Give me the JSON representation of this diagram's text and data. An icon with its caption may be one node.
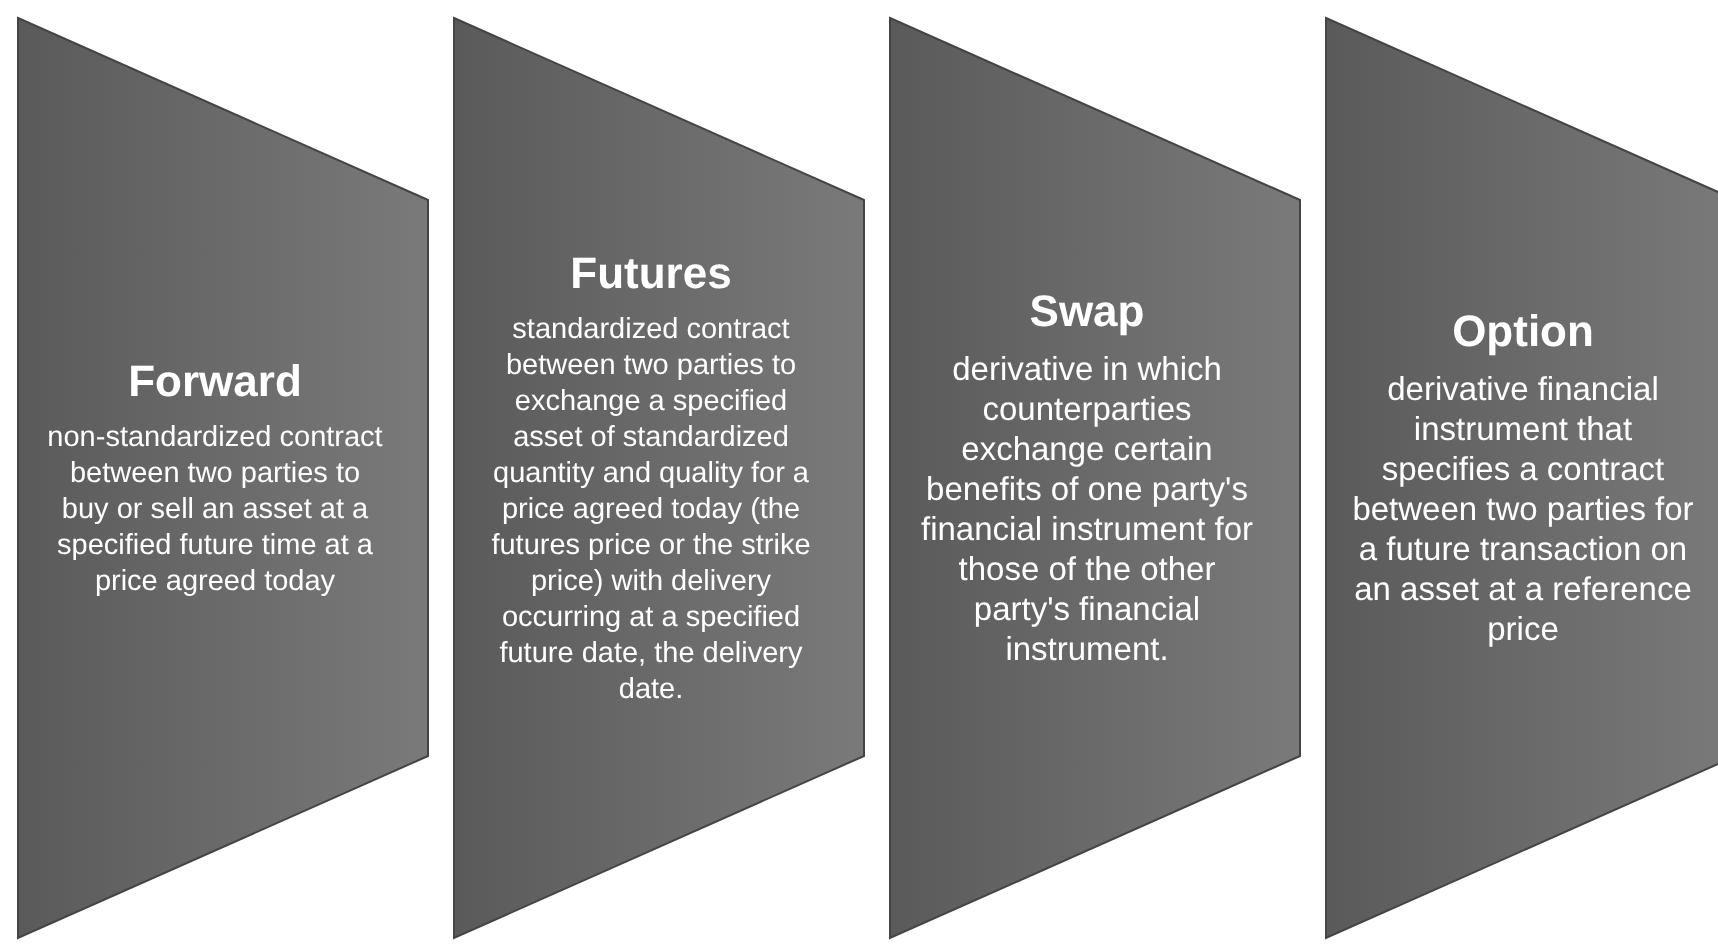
{
  "diagram": {
    "nodes": [
      {
        "text": [
          "Forward",
          "non-standardized contract between two parties to buy or sell an asset at a specified future time at a price agreed today"
        ]
      },
      {
        "text": [
          "Futures",
          "standardized contract between two parties to exchange a specified asset of standardized quantity and quality for a price agreed today (the futures price or the strike price) with delivery occurring at a specified future date, the delivery date."
        ]
      },
      {
        "text": [
          "Swap",
          "derivative in which counterparties exchange certain benefits of one party's financial instrument for those of the other party's financial instrument."
        ]
      },
      {
        "text": [
          "Option",
          "derivative financial instrument that specifies a contract between two parties for a future transaction on an asset at a reference price"
        ]
      }
    ]
  }
}
